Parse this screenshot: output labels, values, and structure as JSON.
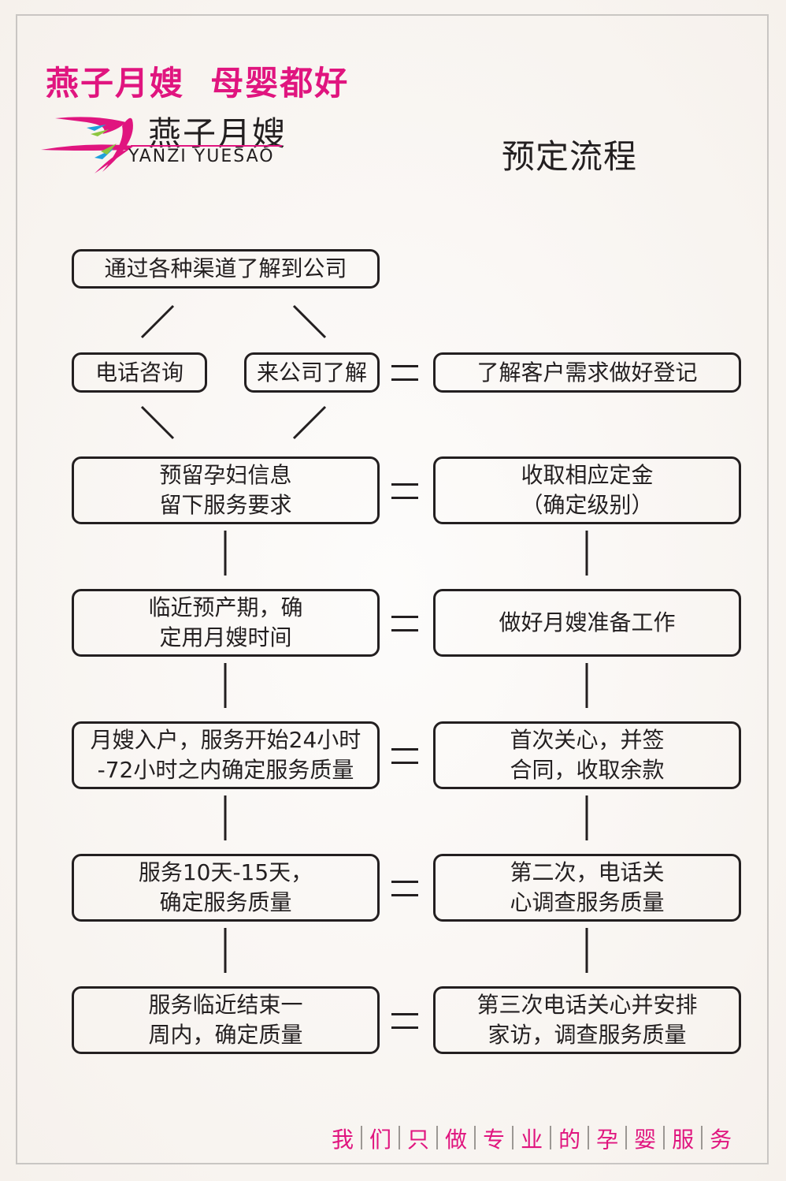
{
  "header": {
    "slogan": "燕子月嫂  母婴都好",
    "logo_cn": "燕子月嫂",
    "logo_en": "YANZI YUESAO",
    "title": "预定流程"
  },
  "flow": {
    "start": "通过各种渠道了解到公司",
    "phone": "电话咨询",
    "visit": "来公司了解",
    "register": "了解客户需求做好登记",
    "left": [
      "预留孕妇信息\n留下服务要求",
      "临近预产期，确\n定用月嫂时间",
      "月嫂入户，服务开始24小时\n-72小时之内确定服务质量",
      "服务10天-15天，\n确定服务质量",
      "服务临近结束一\n周内，确定质量"
    ],
    "right": [
      "收取相应定金\n（确定级别）",
      "做好月嫂准备工作",
      "首次关心，并签\n合同，收取余款",
      "第二次，电话关\n心调查服务质量",
      "第三次电话关心并安排\n家访，调查服务质量"
    ]
  },
  "footer": [
    "我",
    "们",
    "只",
    "做",
    "专",
    "业",
    "的",
    "孕",
    "婴",
    "服",
    "务"
  ],
  "colors": {
    "accent": "#e0157f",
    "ink": "#231f20"
  }
}
